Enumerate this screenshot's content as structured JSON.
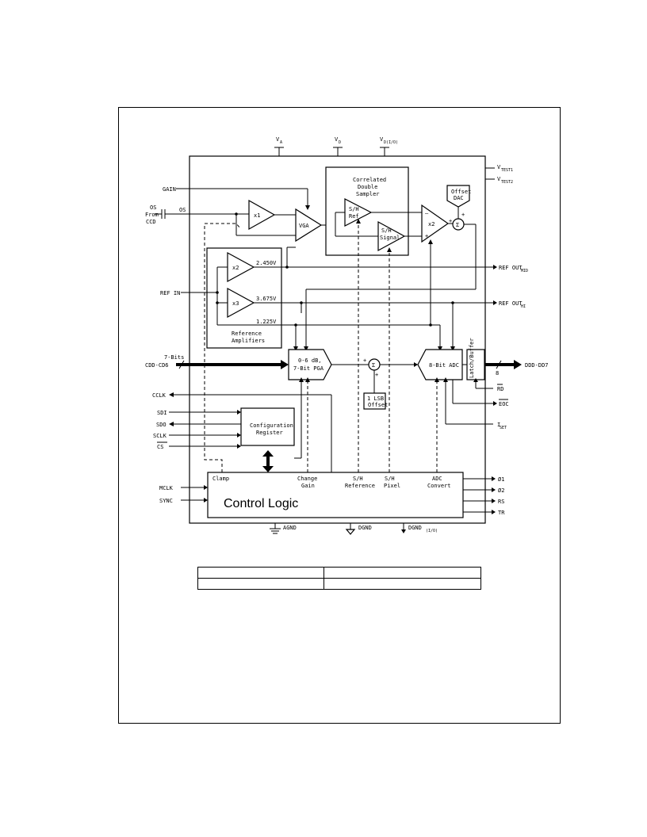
{
  "supplies": {
    "va": "V",
    "va_sub": "A",
    "vd": "V",
    "vd_sub": "D",
    "vdio": "V",
    "vdio_sub": "D(I/O)",
    "vtest1": "V",
    "vtest1_sub": "TEST1",
    "vtest2": "V",
    "vtest2_sub": "TEST2"
  },
  "inputs": {
    "gain": "GAIN",
    "os": "OS",
    "os_ccd_1": "OS",
    "os_ccd_2": "From",
    "os_ccd_3": "CCD",
    "ref_in": "REF IN",
    "bits_7": "7-Bits",
    "cdd": "CDD-CD6",
    "cclk": "CCLK",
    "sdi": "SDI",
    "sdo": "SDO",
    "sclk": "SCLK",
    "cs": "CS",
    "mclk": "MCLK",
    "sync": "SYNC"
  },
  "blocks": {
    "x1": "x1",
    "vga": "VGA",
    "cds_1": "Correlated",
    "cds_2": "Double",
    "cds_3": "Sampler",
    "sh_ref_1": "S/H",
    "sh_ref_2": "Ref",
    "sh_sig_1": "S/H",
    "sh_sig_2": "Signal",
    "x2_amp": "x2",
    "offset_dac_1": "Offset",
    "offset_dac_2": "DAC",
    "sigma": "Σ",
    "ref_x2": "x2",
    "ref_x3": "x3",
    "v_2450": "2.450V",
    "v_3675": "3.675V",
    "v_1225": "1.225V",
    "ref_amp_1": "Reference",
    "ref_amp_2": "Amplifiers",
    "pga_1": "0-6 dB,",
    "pga_2": "7-Bit PGA",
    "lsb_1": "1 LSB",
    "lsb_2": "Offset",
    "adc": "8-Bit ADC",
    "latch_1": "Latch/",
    "latch_2": "Buffer",
    "config_1": "Configuration",
    "config_2": "Register",
    "control_logic": "Control Logic"
  },
  "control_labels": {
    "clamp": "Clamp",
    "change_gain_1": "Change",
    "change_gain_2": "Gain",
    "sh_reference_1": "S/H",
    "sh_reference_2": "Reference",
    "sh_pixel_1": "S/H",
    "sh_pixel_2": "Pixel",
    "adc_convert_1": "ADC",
    "adc_convert_2": "Convert"
  },
  "outputs": {
    "ref_out_mid": "REF OUT",
    "ref_out_mid_sub": "MID",
    "ref_out_hi": "REF OUT",
    "ref_out_hi_sub": "HI",
    "ddd": "DDD-DD7",
    "bus_width": "8",
    "rd": "RD",
    "eoc": "EOC",
    "iset": "I",
    "iset_sub": "SET",
    "phi1": "Ø1",
    "phi2": "Ø2",
    "rs": "RS",
    "tr": "TR"
  },
  "grounds": {
    "agnd": "AGND",
    "dgnd": "DGND",
    "dgndio": "DGND",
    "dgndio_sub": "(I/O)"
  },
  "legend_table": [
    [
      "",
      ""
    ],
    [
      "",
      ""
    ]
  ]
}
